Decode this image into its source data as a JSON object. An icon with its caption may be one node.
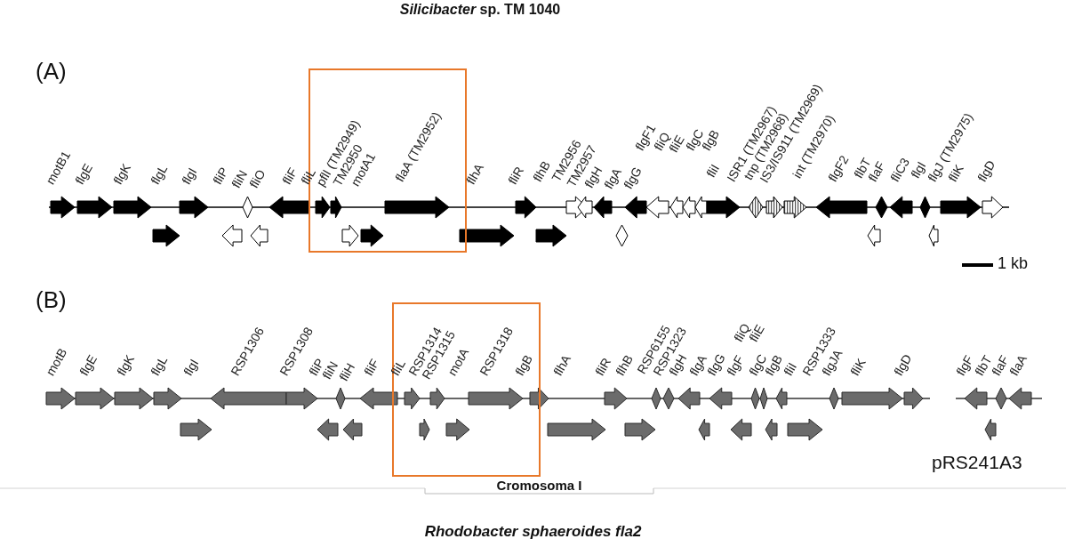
{
  "diagram": {
    "title": "*Silicibacter* sp. TM 1040",
    "caption": "Rhodobacter sphaeroides fla2",
    "labels": [
      "(A)",
      "motB1",
      "flgE",
      "flgK",
      "flgL",
      "flgI",
      "fliP",
      "fliN",
      "fliO",
      "fliF",
      "fliL",
      "pflI (TM2949)",
      "TM2950",
      "motA1",
      "flaA (TM2952)",
      "flhA",
      "fliR",
      "flhB",
      "TM2956",
      "TM2957",
      "flgH",
      "flgA",
      "flgG",
      "flgF1",
      "fliQ",
      "fliE",
      "flgC",
      "flgB",
      "fliI",
      "ISR1 (TM2967)",
      "tnp (TM2968)",
      "IS3/IS911 (TM2969)",
      "int (TM2970)",
      "flgF2",
      "flbT",
      "flaF",
      "fliC3",
      "flgI",
      "flgJ (TM2975)",
      "fliK",
      "flgD",
      "1 kb",
      "(B)",
      "motB",
      "flgE",
      "flgK",
      "flgL",
      "flgI",
      "RSP1306",
      "RSP1308",
      "fliP",
      "fliN",
      "fliH",
      "fliF",
      "fliL",
      "RSP1314",
      "RSP1315",
      "motA",
      "RSP1318",
      "flgB",
      "flhA",
      "fliR",
      "flhB",
      "RSP6155",
      "RSP1323",
      "flgH",
      "flgA",
      "flgG",
      "fliQ",
      "flgF",
      "fliE",
      "flgC",
      "flgB",
      "fliI",
      "RSP1333",
      "flgJA",
      "fliK",
      "flgD",
      "flgF",
      "flbT",
      "flaF",
      "flaA",
      "pRS241A3",
      "Cromosoma I"
    ]
  }
}
